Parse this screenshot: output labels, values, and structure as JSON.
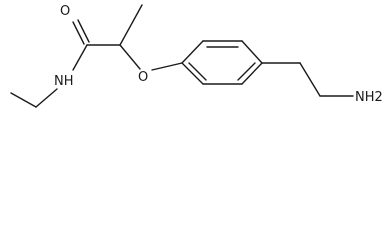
{
  "molecule": {
    "atoms": {
      "o_carbonyl": "O",
      "o_ether": "O",
      "n_amide": "NH",
      "n_amine": "NH2"
    }
  }
}
